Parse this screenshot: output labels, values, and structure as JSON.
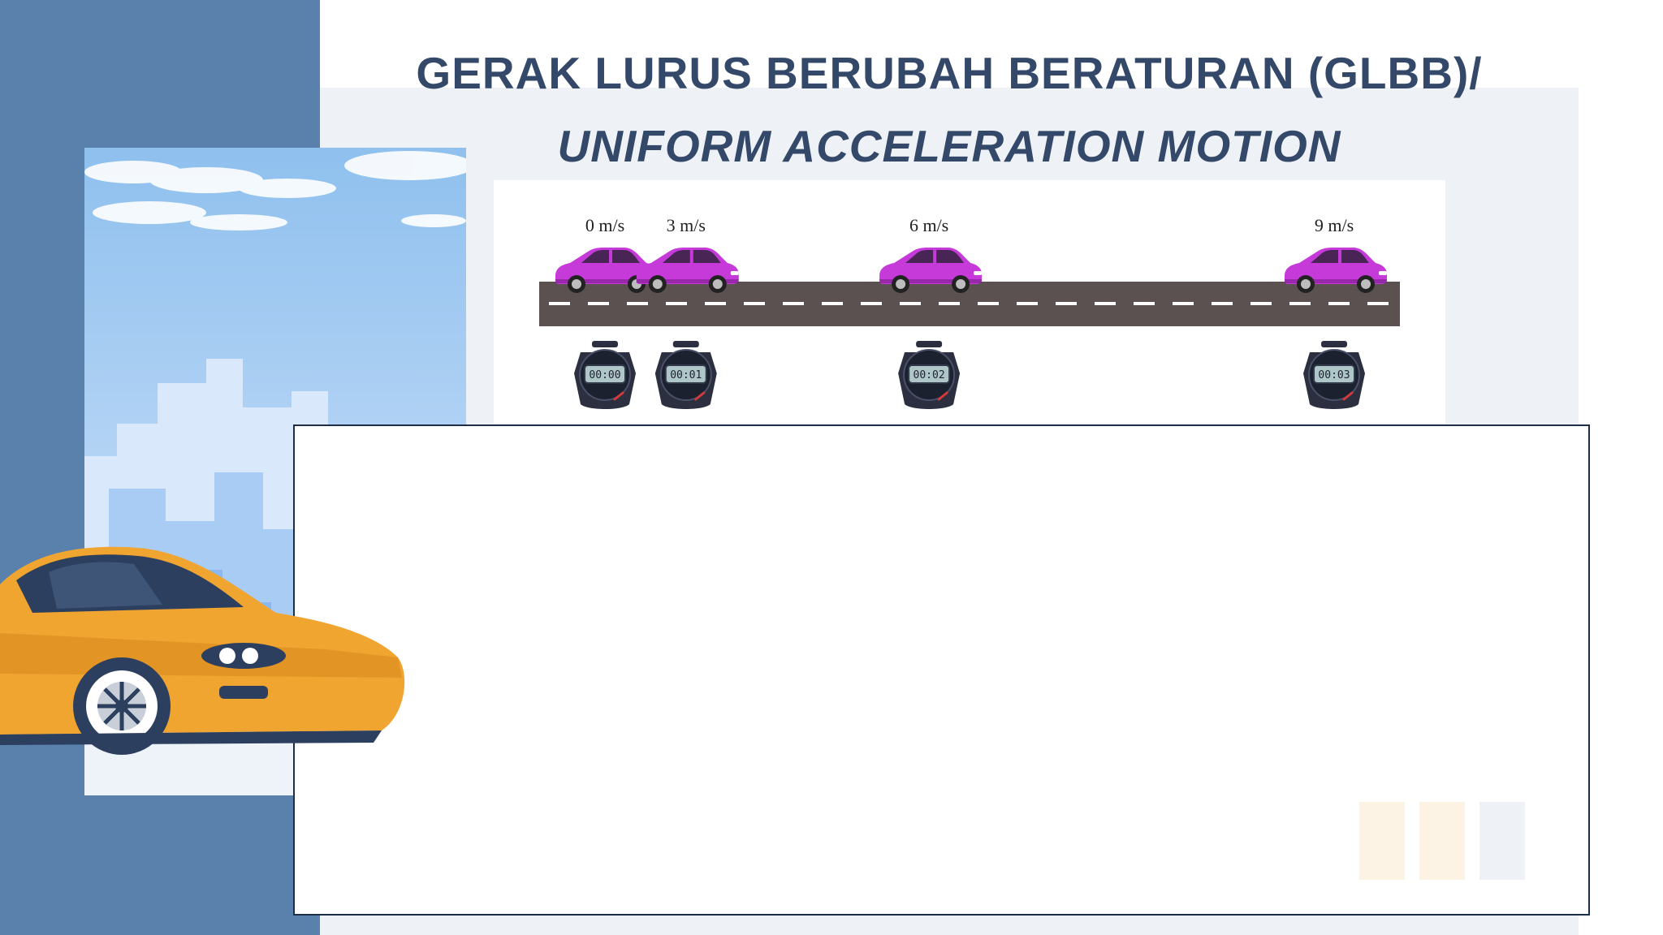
{
  "slide": {
    "title_line1": "GERAK LURUS BERUBAH BERATURAN (GLBB)/",
    "title_line2": "UNIFORM ACCELERATION MOTION"
  },
  "colors": {
    "sidebar": "#5a80ac",
    "title": "#34496a",
    "road": "#5a5150",
    "car": "#c53ad9",
    "stopwatch": "#2b2f40",
    "sports_car": "#f0a531"
  },
  "diagram": {
    "checkpoints": [
      {
        "speed_label": "0 m/s",
        "stopwatch_time": "00:00"
      },
      {
        "speed_label": "3 m/s",
        "stopwatch_time": "00:01"
      },
      {
        "speed_label": "6 m/s",
        "stopwatch_time": "00:02"
      },
      {
        "speed_label": "9 m/s",
        "stopwatch_time": "00:03"
      }
    ],
    "car_icon": "hatchback-car-icon",
    "timer_icon": "stopwatch-icon"
  }
}
